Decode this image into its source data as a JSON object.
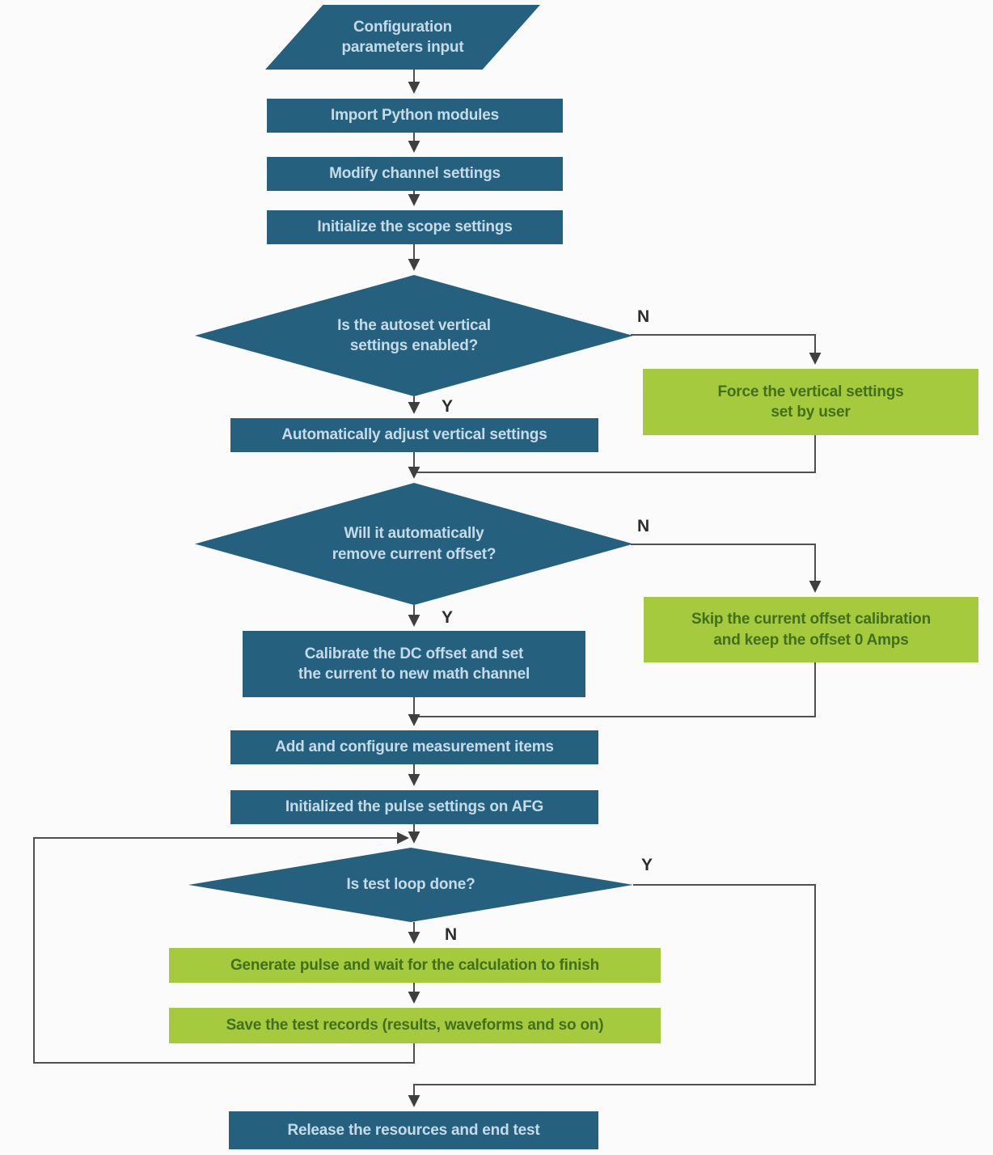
{
  "colors": {
    "blue": "#26607f",
    "green": "#a6ca3e",
    "blueText": "#c6dbe8",
    "greenText": "#426f1c",
    "line": "#4f4f4f",
    "labelText": "#2d2d2d",
    "bg": "#fafbfa"
  },
  "nodes": {
    "start": {
      "label": "Configuration\nparameters input",
      "type": "input-parallelogram"
    },
    "import_modules": {
      "label": "Import Python modules",
      "type": "process"
    },
    "modify_channel": {
      "label": "Modify channel settings",
      "type": "process"
    },
    "init_scope": {
      "label": "Initialize the scope settings",
      "type": "process"
    },
    "autoset_decision": {
      "label": "Is the autoset vertical\nsettings enabled?",
      "type": "decision"
    },
    "auto_adjust": {
      "label": "Automatically adjust vertical settings",
      "type": "process"
    },
    "force_vertical": {
      "label": "Force the vertical settings\nset by user",
      "type": "alternate"
    },
    "offset_decision": {
      "label": "Will it automatically\nremove current offset?",
      "type": "decision"
    },
    "calibrate_offset": {
      "label": "Calibrate the DC offset and set\nthe current to new math channel",
      "type": "process"
    },
    "skip_offset": {
      "label": "Skip the current offset calibration\nand keep the offset 0 Amps",
      "type": "alternate"
    },
    "add_measurements": {
      "label": "Add and configure measurement items",
      "type": "process"
    },
    "init_pulse": {
      "label": "Initialized the pulse settings on AFG",
      "type": "process"
    },
    "loop_decision": {
      "label": "Is test loop done?",
      "type": "decision"
    },
    "generate_pulse": {
      "label": "Generate pulse and wait for the calculation to finish",
      "type": "alternate"
    },
    "save_records": {
      "label": "Save the test records (results, waveforms and so on)",
      "type": "alternate"
    },
    "release_resources": {
      "label": "Release the resources and end test",
      "type": "process"
    }
  },
  "branch_labels": {
    "autoset_no": "N",
    "autoset_yes": "Y",
    "offset_no": "N",
    "offset_yes": "Y",
    "loop_yes": "Y",
    "loop_no": "N"
  }
}
